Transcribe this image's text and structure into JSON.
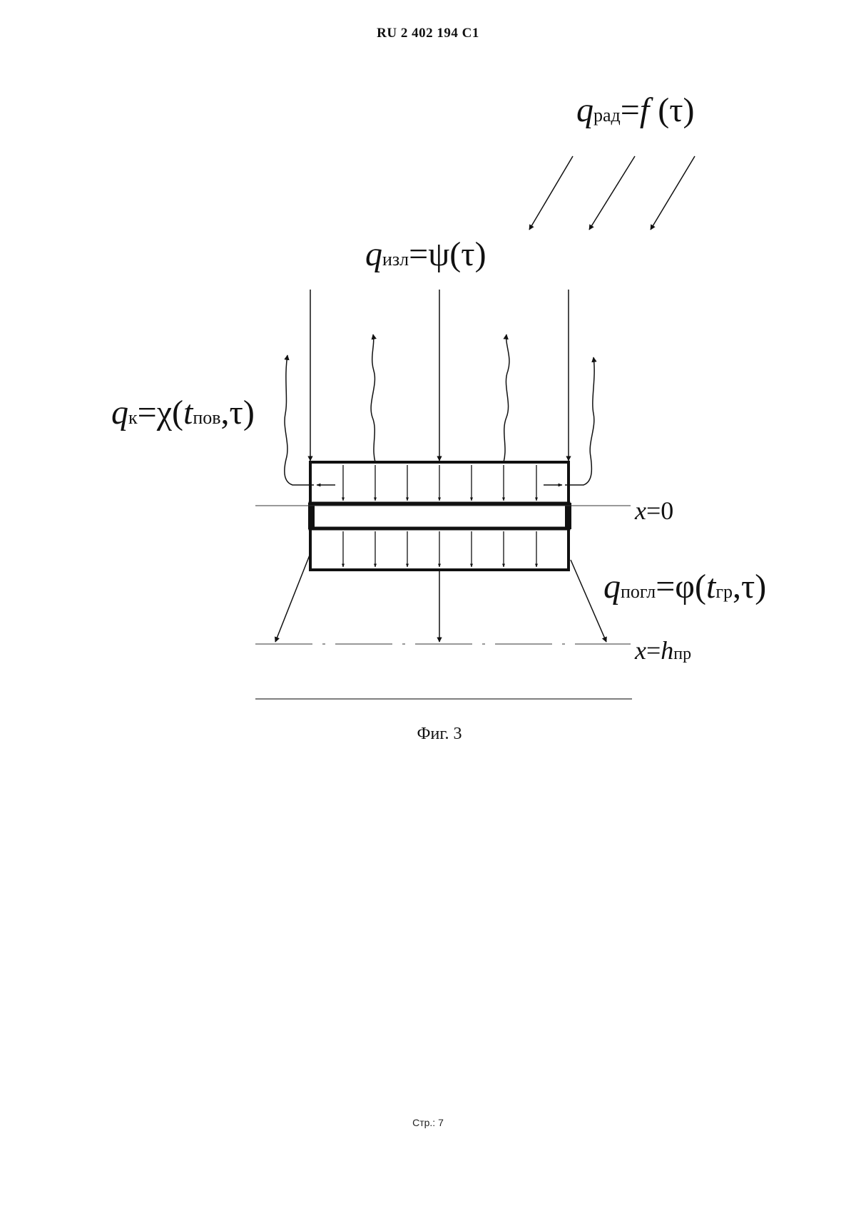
{
  "header": {
    "doc_id": "RU   2 402 194   C1"
  },
  "figure": {
    "q_rad": {
      "q": "q",
      "sub": "рад",
      "rest_eq": "=",
      "func": "f",
      "arg": " (τ)"
    },
    "q_izl": {
      "q": "q",
      "sub": "изл",
      "rest": "=ψ(τ)"
    },
    "q_k": {
      "q": "q",
      "sub": "к",
      "rest1": "=χ(",
      "t": "t",
      "tsub": "пов",
      "rest2": ",τ)"
    },
    "q_pogl": {
      "q": "q",
      "sub": "погл",
      "rest1": "=φ(",
      "t": "t",
      "tsub": "гр",
      "rest2": ",τ)"
    },
    "x0": {
      "x": "x",
      "rest": "=0"
    },
    "xh": {
      "x": "x",
      "eq": "=",
      "h": "h",
      "hsub": "пр"
    },
    "caption": "Фиг. 3"
  },
  "footer": {
    "page": "Стр.:  7"
  }
}
